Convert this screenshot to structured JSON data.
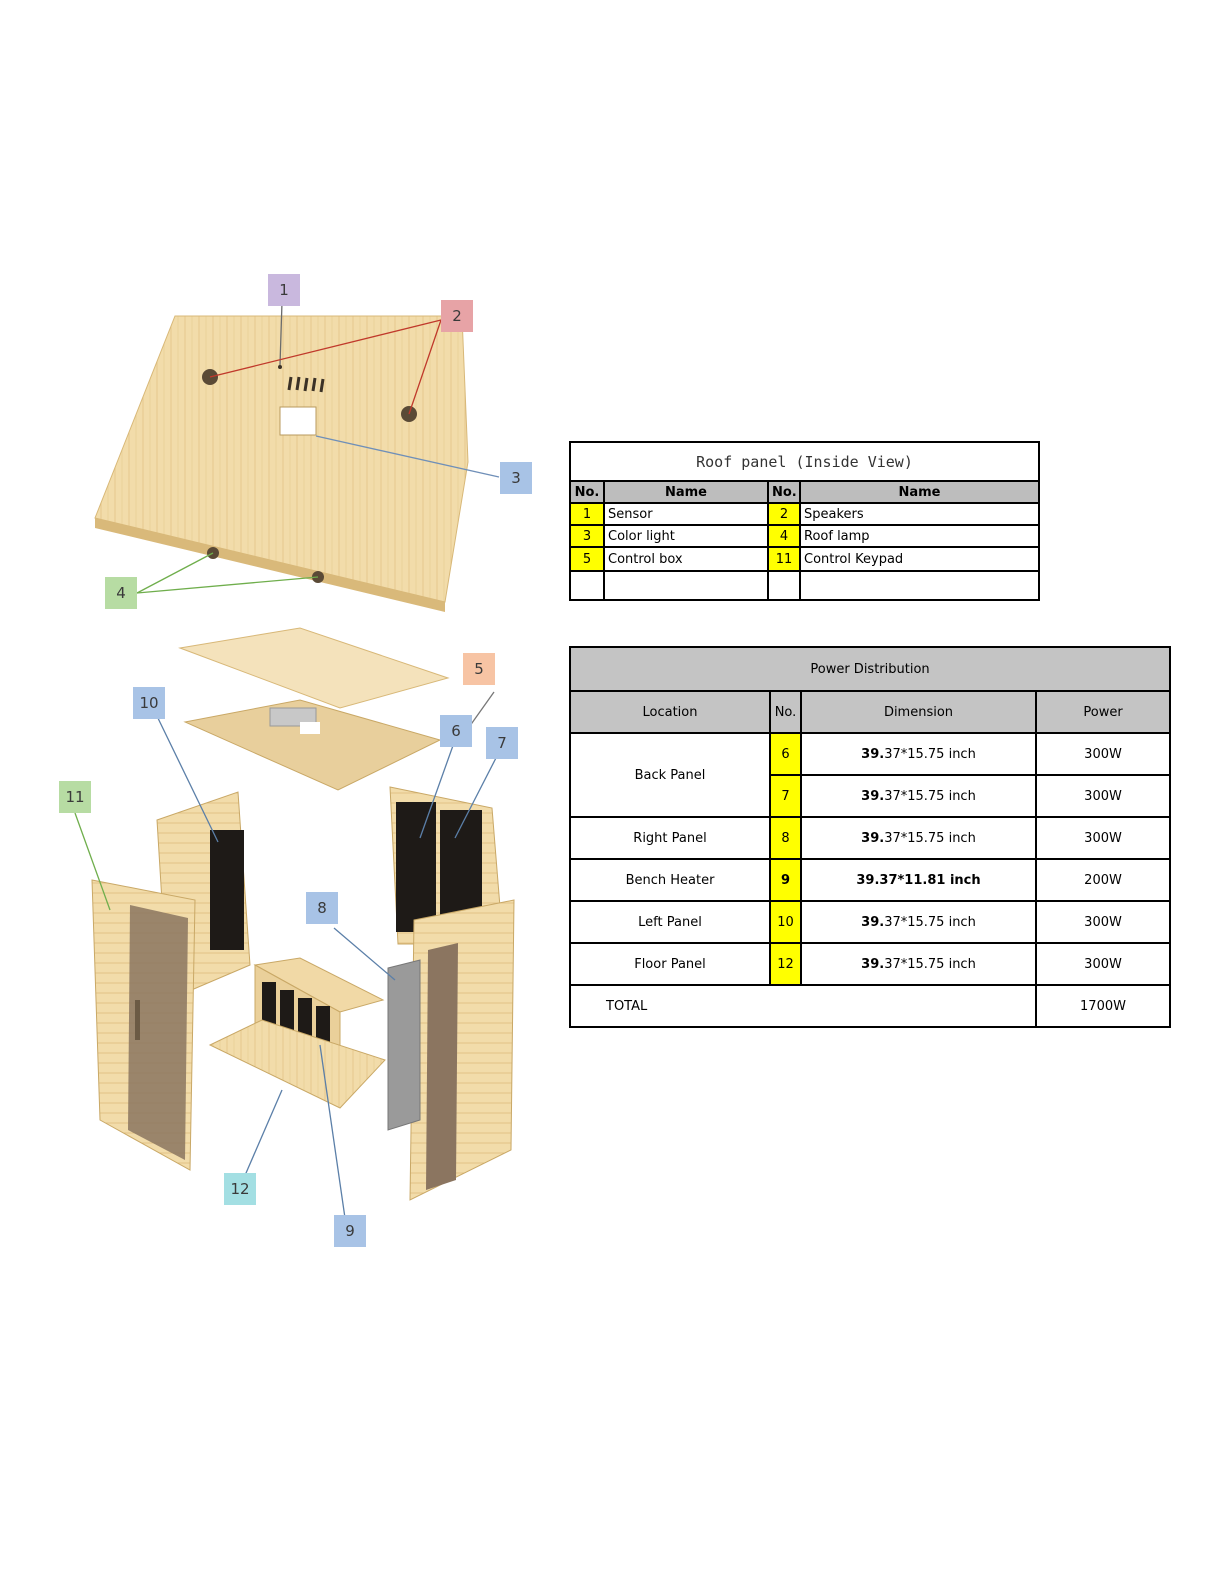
{
  "callouts": [
    {
      "id": "1",
      "color": "#c9b8de"
    },
    {
      "id": "2",
      "color": "#e7a3a6"
    },
    {
      "id": "3",
      "color": "#a8c3e6"
    },
    {
      "id": "4",
      "color": "#b7dca3"
    },
    {
      "id": "5",
      "color": "#f7c4a4"
    },
    {
      "id": "6",
      "color": "#a8c3e6"
    },
    {
      "id": "7",
      "color": "#a8c3e6"
    },
    {
      "id": "8",
      "color": "#a8c3e6"
    },
    {
      "id": "9",
      "color": "#a8c3e6"
    },
    {
      "id": "10",
      "color": "#a8c3e6"
    },
    {
      "id": "11",
      "color": "#b7dca3"
    },
    {
      "id": "12",
      "color": "#a3dfe3"
    }
  ],
  "roof_table": {
    "title": "Roof panel (Inside View)",
    "headers": [
      "No.",
      "Name",
      "No.",
      "Name"
    ],
    "rows": [
      {
        "no1": "1",
        "name1": "Sensor",
        "no2": "2",
        "name2": "Speakers"
      },
      {
        "no1": "3",
        "name1": "Color light",
        "no2": "4",
        "name2": "Roof lamp"
      },
      {
        "no1": "5",
        "name1": "Control box",
        "no2": "11",
        "name2": "Control Keypad"
      }
    ]
  },
  "power_table": {
    "title": "Power Distribution",
    "headers": [
      "Location",
      "No.",
      "Dimension",
      "Power"
    ],
    "rows": [
      {
        "location": "Back Panel",
        "no": "6",
        "dim_bold": "39.",
        "dim_rest": "37*15.75 inch",
        "power": "300W"
      },
      {
        "location": "",
        "no": "7",
        "dim_bold": "39.",
        "dim_rest": "37*15.75 inch",
        "power": "300W"
      },
      {
        "location": "Right Panel",
        "no": "8",
        "dim_bold": "39.",
        "dim_rest": "37*15.75 inch",
        "power": "300W"
      },
      {
        "location": "Bench Heater",
        "no": "9",
        "dim_bold": "39.37*11.81 inch",
        "dim_rest": "",
        "power": "200W"
      },
      {
        "location": "Left Panel",
        "no": "10",
        "dim_bold": "39.",
        "dim_rest": "37*15.75 inch",
        "power": "300W"
      },
      {
        "location": "Floor Panel",
        "no": "12",
        "dim_bold": "39.",
        "dim_rest": "37*15.75 inch",
        "power": "300W"
      }
    ],
    "total_label": "TOTAL",
    "total_power": "1700W"
  },
  "colors": {
    "wood": "#f0d9a8",
    "wood_dark": "#d9b97a",
    "heater": "#1e1a17",
    "highlight": "#ffff00",
    "header_gray": "#c4c4c4"
  }
}
